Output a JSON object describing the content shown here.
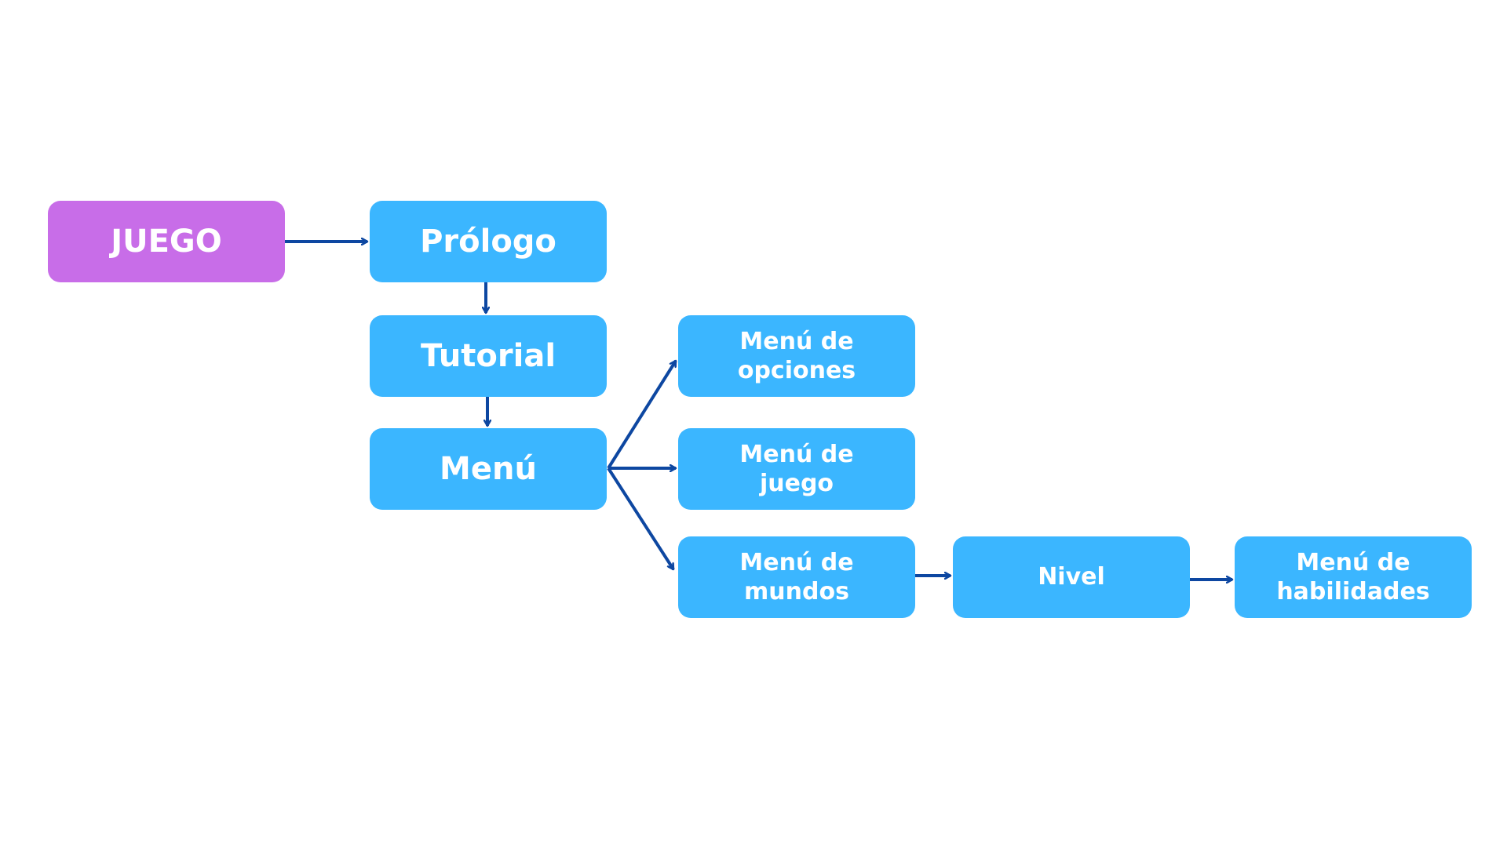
{
  "colors": {
    "root_fill": "#C86DE8",
    "node_fill": "#3BB6FF",
    "connector": "#0D47A1",
    "text": "#FFFFFF"
  },
  "nodes": {
    "juego": "JUEGO",
    "prologo": "Prólogo",
    "tutorial": "Tutorial",
    "menu": "Menú",
    "menu_opciones": "Menú de\nopciones",
    "menu_juego": "Menú de\njuego",
    "menu_mundos": "Menú de\nmundos",
    "nivel": "Nivel",
    "menu_habilidades": "Menú de\nhabilidades"
  },
  "edges": [
    [
      "juego",
      "prologo"
    ],
    [
      "prologo",
      "tutorial"
    ],
    [
      "tutorial",
      "menu"
    ],
    [
      "menu",
      "menu_opciones"
    ],
    [
      "menu",
      "menu_juego"
    ],
    [
      "menu",
      "menu_mundos"
    ],
    [
      "menu_mundos",
      "nivel"
    ],
    [
      "nivel",
      "menu_habilidades"
    ]
  ]
}
